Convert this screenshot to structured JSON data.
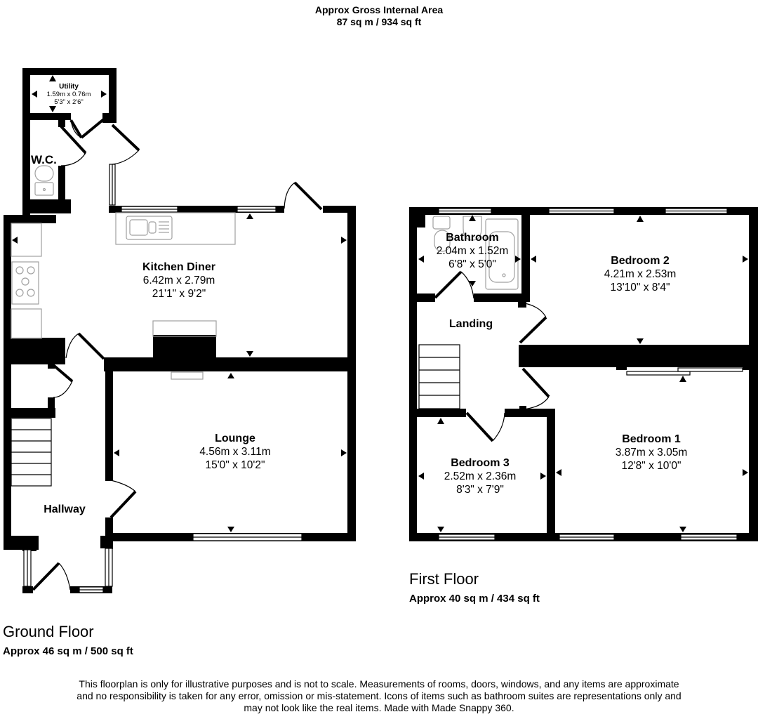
{
  "header": {
    "title": "Approx Gross Internal Area",
    "area": "87 sq m / 934 sq ft"
  },
  "ground_floor": {
    "title": "Ground Floor",
    "area": "Approx 46 sq m / 500 sq ft",
    "rooms": [
      {
        "name": "Utility",
        "metric": "1.59m x 0.76m",
        "imperial": "5'3\" x 2'6\""
      },
      {
        "name": "W.C.",
        "metric": "",
        "imperial": ""
      },
      {
        "name": "Kitchen Diner",
        "metric": "6.42m x 2.79m",
        "imperial": "21'1\" x 9'2\""
      },
      {
        "name": "Lounge",
        "metric": "4.56m x 3.11m",
        "imperial": "15'0\" x 10'2\""
      },
      {
        "name": "Hallway",
        "metric": "",
        "imperial": ""
      }
    ]
  },
  "first_floor": {
    "title": "First Floor",
    "area": "Approx 40 sq m / 434 sq ft",
    "rooms": [
      {
        "name": "Bathroom",
        "metric": "2.04m x 1.52m",
        "imperial": "6'8\" x 5'0\""
      },
      {
        "name": "Bedroom 2",
        "metric": "4.21m x 2.53m",
        "imperial": "13'10\" x 8'4\""
      },
      {
        "name": "Landing",
        "metric": "",
        "imperial": ""
      },
      {
        "name": "Bedroom 3",
        "metric": "2.52m x 2.36m",
        "imperial": "8'3\" x 7'9\""
      },
      {
        "name": "Bedroom 1",
        "metric": "3.87m x 3.05m",
        "imperial": "12'8\" x 10'0\""
      }
    ]
  },
  "disclaimer": [
    "This floorplan is only for illustrative purposes and is not to scale. Measurements of rooms, doors, windows, and any items are approximate",
    "and no responsibility is taken for any error, omission or mis-statement. Icons of items such as bathroom suites are representations only and",
    "may not look like the real items. Made with Made Snappy 360."
  ],
  "colors": {
    "wall": "#000000",
    "fixture": "#a0a0a0",
    "background": "#ffffff"
  }
}
